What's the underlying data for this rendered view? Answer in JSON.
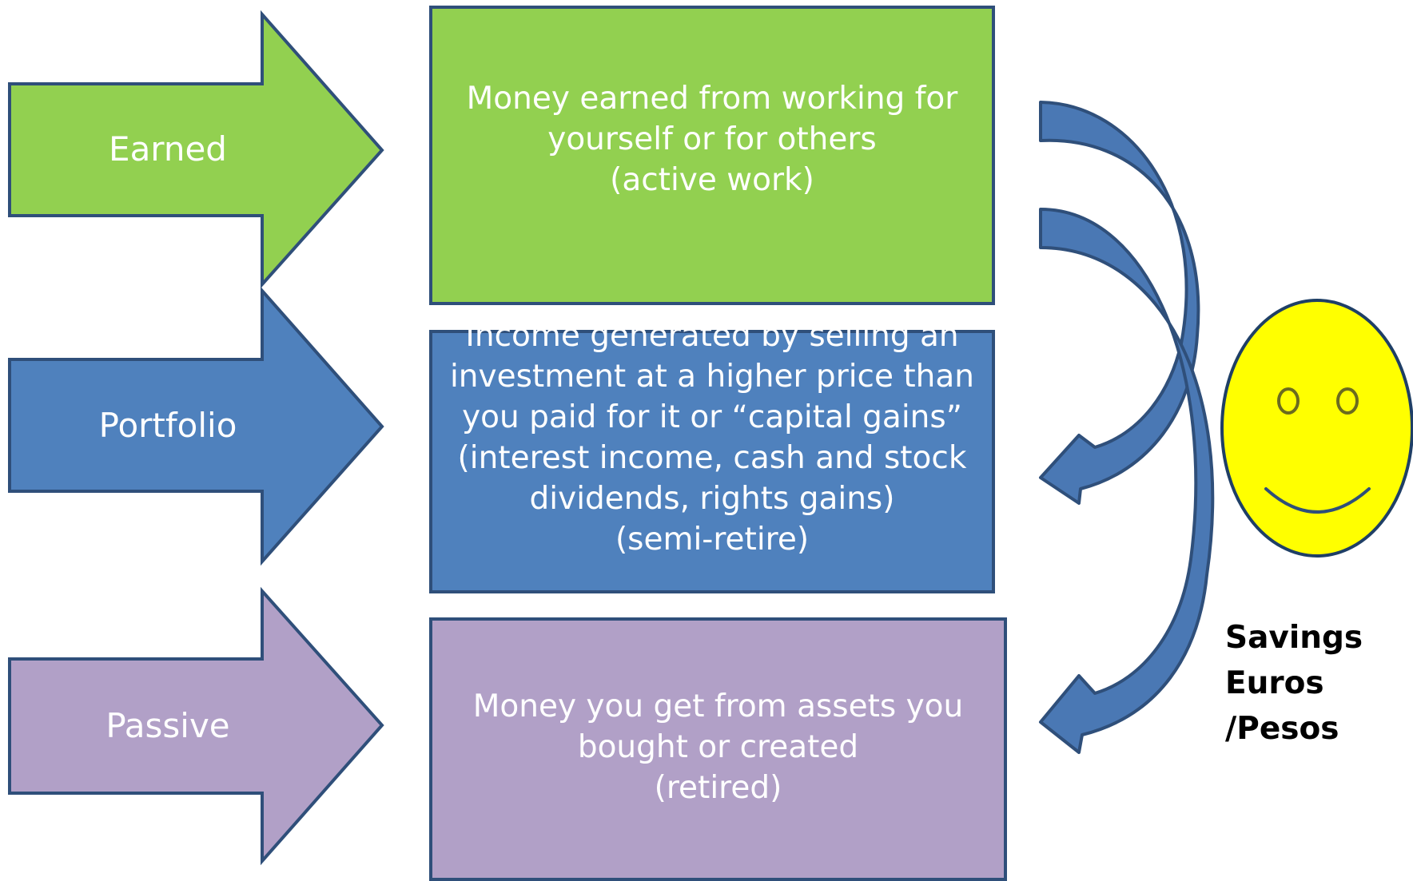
{
  "colors": {
    "earned": "#92d050",
    "portfolio": "#4f81bd",
    "passive": "#b1a0c7",
    "outline": "#2f4f7a",
    "curve": "#4a78b4",
    "smiley_face": "#ffff00",
    "smiley_outline": "#1f3f66"
  },
  "arrows": [
    {
      "label": "Earned",
      "color": "#92d050"
    },
    {
      "label": "Portfolio",
      "color": "#4f81bd"
    },
    {
      "label": "Passive",
      "color": "#b1a0c7"
    }
  ],
  "boxes": {
    "earned": {
      "lines": [
        "Money earned from working for",
        "yourself or for others",
        "(active work)"
      ]
    },
    "portfolio": {
      "lines": [
        "Income generated by  selling an",
        "investment at a higher price than",
        "you paid for it or “capital gains”",
        "(interest income, cash and stock",
        "dividends, rights gains)",
        "(semi-retire)"
      ]
    },
    "passive": {
      "lines": [
        "Money you get from assets you",
        "bought or created",
        "(retired)"
      ]
    }
  },
  "savings": {
    "lines": [
      "Savings",
      "Euros",
      "/Pesos"
    ]
  },
  "icons": {
    "smiley": "smiley-face-icon",
    "curved_arrow_top": "curved-arrow-icon",
    "curved_arrow_bottom": "curved-arrow-icon"
  }
}
